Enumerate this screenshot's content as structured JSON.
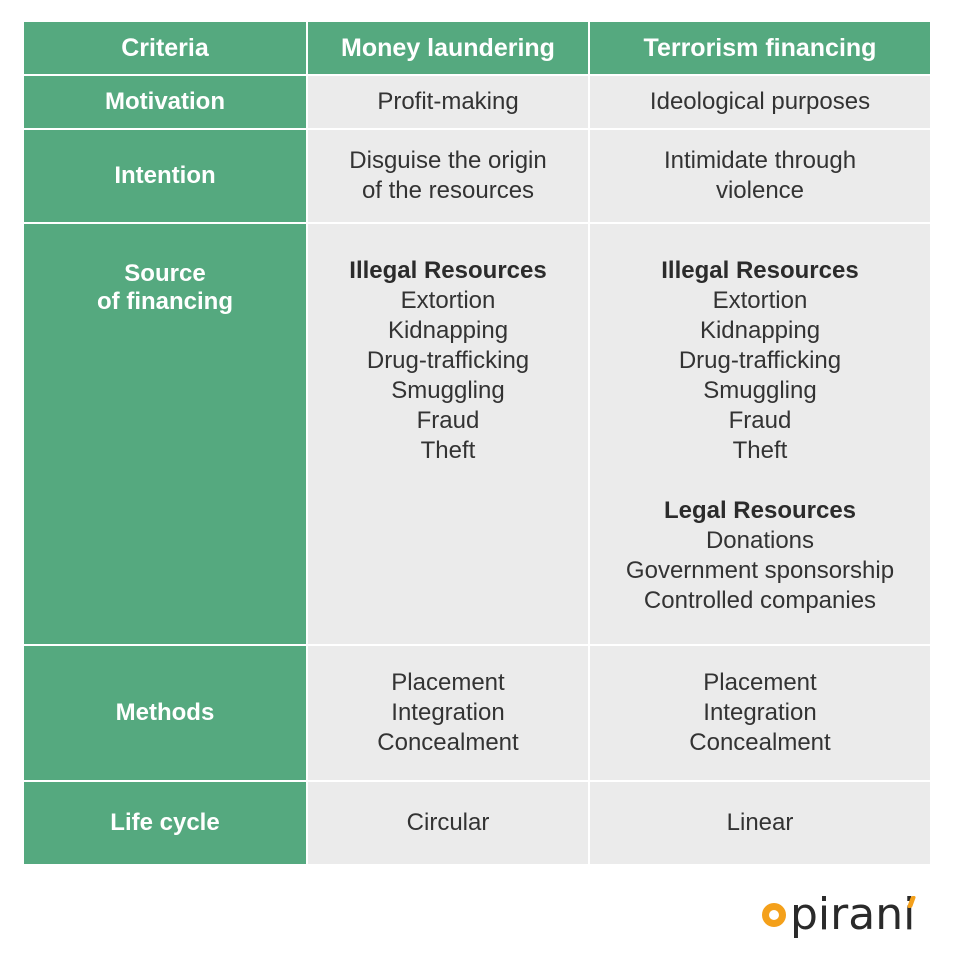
{
  "table": {
    "headers": [
      "Criteria",
      "Money laundering",
      "Terrorism financing"
    ],
    "rows": [
      {
        "criterion": "Motivation",
        "money_laundering": [
          "Profit-making"
        ],
        "terrorism_financing": [
          "Ideological purposes"
        ]
      },
      {
        "criterion": "Intention",
        "money_laundering": [
          "Disguise the origin",
          "of the resources"
        ],
        "terrorism_financing": [
          "Intimidate through",
          "violence"
        ]
      },
      {
        "criterion_lines": [
          "Source",
          "of financing"
        ],
        "money_laundering": {
          "illegal_title": "Illegal Resources",
          "illegal_items": [
            "Extortion",
            "Kidnapping",
            "Drug-trafficking",
            "Smuggling",
            "Fraud",
            "Theft"
          ]
        },
        "terrorism_financing": {
          "illegal_title": "Illegal Resources",
          "illegal_items": [
            "Extortion",
            "Kidnapping",
            "Drug-trafficking",
            "Smuggling",
            "Fraud",
            "Theft"
          ],
          "legal_title": "Legal Resources",
          "legal_items": [
            "Donations",
            "Government sponsorship",
            "Controlled companies"
          ]
        }
      },
      {
        "criterion": "Methods",
        "money_laundering": [
          "Placement",
          "Integration",
          "Concealment"
        ],
        "terrorism_financing": [
          "Placement",
          "Integration",
          "Concealment"
        ]
      },
      {
        "criterion": "Life cycle",
        "money_laundering": [
          "Circular"
        ],
        "terrorism_financing": [
          "Linear"
        ]
      }
    ]
  },
  "logo": {
    "text": "pirani",
    "accent_color": "#f4a01a"
  },
  "colors": {
    "header_green": "#55a97f",
    "cell_gray": "#ebebeb",
    "text_dark": "#333333"
  }
}
